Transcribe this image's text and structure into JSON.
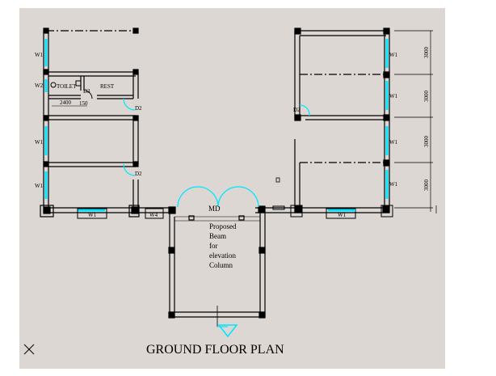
{
  "colors": {
    "paper": "#dcd7d3",
    "line": "#000000",
    "window": "#00e5ff",
    "outside": "#ffffff"
  },
  "labels": {
    "title": "GROUND FLOOR PLAN",
    "toilet": "TOILET",
    "rest": "REST",
    "d3": "D3",
    "dim_2400": "2400",
    "dim_small": "150",
    "d2": "D2",
    "w1": "W1",
    "w2": "W2",
    "w4": "W4",
    "md": "MD",
    "note_line1": "Proposed",
    "note_line2": "Beam",
    "note_line3": "for",
    "note_line4": "elevation",
    "note_line5": "Column",
    "right_dim": "3000"
  }
}
